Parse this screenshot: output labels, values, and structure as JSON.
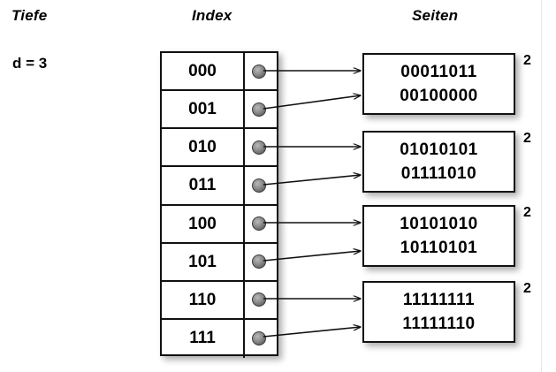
{
  "headings": {
    "depth": "Tiefe",
    "index": "Index",
    "pages": "Seiten"
  },
  "depth": {
    "label": "d = 3"
  },
  "index_table": {
    "rows": [
      {
        "key": "000",
        "pointer": "bullet-icon",
        "target_page": 0
      },
      {
        "key": "001",
        "pointer": "bullet-icon",
        "target_page": 0
      },
      {
        "key": "010",
        "pointer": "bullet-icon",
        "target_page": 1
      },
      {
        "key": "011",
        "pointer": "bullet-icon",
        "target_page": 1
      },
      {
        "key": "100",
        "pointer": "bullet-icon",
        "target_page": 2
      },
      {
        "key": "101",
        "pointer": "bullet-icon",
        "target_page": 2
      },
      {
        "key": "110",
        "pointer": "bullet-icon",
        "target_page": 3
      },
      {
        "key": "111",
        "pointer": "bullet-icon",
        "target_page": 3
      }
    ]
  },
  "pages": [
    {
      "lines": [
        "00011011",
        "00100000"
      ],
      "count": "2"
    },
    {
      "lines": [
        "01010101",
        "01111010"
      ],
      "count": "2"
    },
    {
      "lines": [
        "10101010",
        "10110101"
      ],
      "count": "2"
    },
    {
      "lines": [
        "11111111",
        "11111110"
      ],
      "count": "2"
    }
  ],
  "colors": {
    "background": "#ffffff",
    "stroke": "#111111",
    "text": "#000000",
    "bullet_light": "#b9b9b9",
    "bullet_dark": "#4c4c4c"
  }
}
